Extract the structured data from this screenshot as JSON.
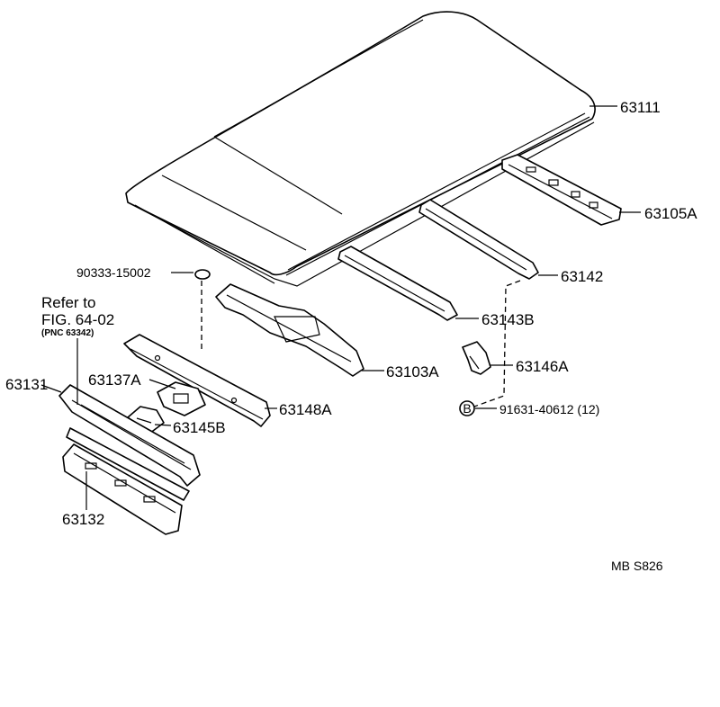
{
  "parts": {
    "p63111": "63111",
    "p63105A": "63105A",
    "p90333": "90333-15002",
    "p63142": "63142",
    "p63143B": "63143B",
    "p63103A": "63103A",
    "p63146A": "63146A",
    "p63137A": "63137A",
    "p63131": "63131",
    "p63148A": "63148A",
    "p63145B": "63145B",
    "p91631": "91631-40612 (12)",
    "p63132": "63132"
  },
  "refer": {
    "line1": "Refer to",
    "line2": "FIG. 64-02",
    "line3": "(PNC 63342)"
  },
  "bolt_marker": "B",
  "footer_code": "MB  S826"
}
